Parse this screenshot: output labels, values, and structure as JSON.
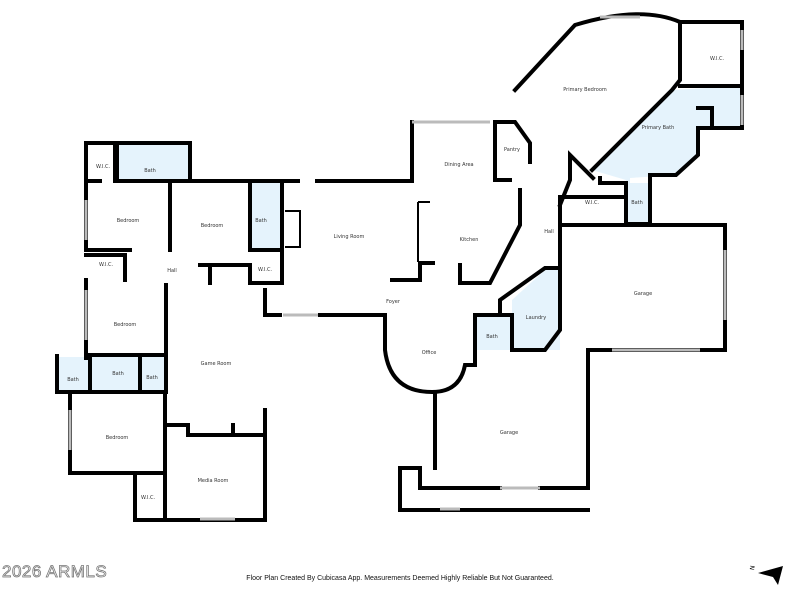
{
  "rooms": {
    "wic_top_left": "W.I.C.",
    "bath_top_left": "Bath",
    "bedroom_1": "Bedroom",
    "bedroom_2": "Bedroom",
    "bath_center": "Bath",
    "living_room": "Living Room",
    "wic_center": "W.I.C.",
    "hall_left": "Hall",
    "wic_left": "W.I.C.",
    "bedroom_3": "Bedroom",
    "bath_a": "Bath",
    "bath_b": "Bath",
    "bath_c": "Bath",
    "game_room": "Game Room",
    "bedroom_4": "Bedroom",
    "wic_bottom": "W.I.C.",
    "media_room": "Media Room",
    "foyer": "Foyer",
    "office": "Office",
    "bath_foyer": "Bath",
    "laundry": "Laundry",
    "garage_right": "Garage",
    "garage_lower": "Garage",
    "dining_area": "Dining Area",
    "pantry": "Pantry",
    "kitchen": "Kitchen",
    "hall_right": "Hall",
    "primary_bedroom": "Primary Bedroom",
    "primary_bath": "Primary Bath",
    "wic_primary": "W.I.C.",
    "wic_right": "W.I.C.",
    "bath_right": "Bath"
  },
  "watermark": "2026 ARMLS",
  "credit": "Floor Plan Created By Cubicasa App. Measurements Deemed Highly Reliable But Not Guaranteed.",
  "compass_label": "N",
  "colors": {
    "wet_area": "#e5f3fc",
    "wall": "#000000"
  }
}
